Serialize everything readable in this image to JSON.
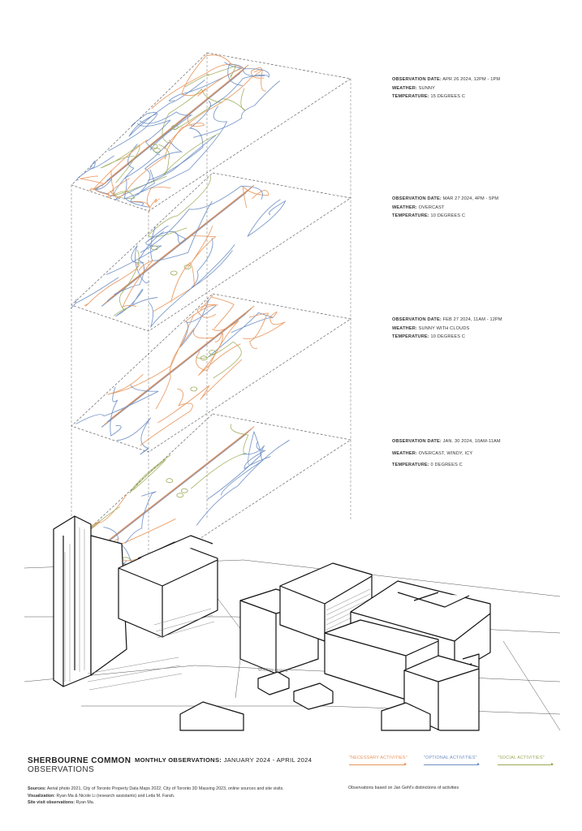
{
  "observations": [
    {
      "date_label": "OBSERVATION DATE:",
      "date": "APR 26 2024, 12PM - 1PM",
      "weather_label": "WEATHER:",
      "weather": "SUNNY",
      "temp_label": "TEMPERATURE:",
      "temp": "15 DEGREES C"
    },
    {
      "date_label": "OBSERVATION DATE:",
      "date": "MAR 27 2024, 4PM - 5PM",
      "weather_label": "WEATHER:",
      "weather": "OVERCAST",
      "temp_label": "TEMPERATURE:",
      "temp": "10 DEGREES C"
    },
    {
      "date_label": "OBSERVATION DATE:",
      "date": "FEB 27 2024, 11AM - 12PM",
      "weather_label": "WEATHER:",
      "weather": "SUNNY WITH CLOUDS",
      "temp_label": "TEMPERATURE:",
      "temp": "10 DEGREES C"
    },
    {
      "date_label": "OBSERVATION DATE:",
      "date": "JAN. 30 2024, 10AM-11AM",
      "weather_label": "WEATHER:",
      "weather": "OVERCAST, WINDY, ICY",
      "temp_label": "TEMPERATURE:",
      "temp": "0 DEGREES C"
    }
  ],
  "map_label": "QUEENS QUAY E",
  "footer": {
    "title": "SHERBOURNE COMMON",
    "subtitle": "OBSERVATIONS",
    "monthly_label": "MONTHLY OBSERVATIONS:",
    "monthly_range": "JANUARY 2024 - APRIL 2024",
    "legend": [
      {
        "label": "\"NECESSARY ACTIVITIES\"",
        "color": "#e8955a"
      },
      {
        "label": "\"OPTIONAL ACTIVITIES\"",
        "color": "#6e8fc4"
      },
      {
        "label": "\"SOCIAL ACTIVITIES\"",
        "color": "#9aaa55"
      }
    ],
    "sources_label": "Sources:",
    "sources": "Aerial photo 2021, City of Toronto Property Data Maps 2022, City of Toronto 3D Massing 2023, online sources and site visits.",
    "visualization_label": "Visualization:",
    "visualization": "Ryan Ma & Nicole Li (research assistants) and Leila M. Farah.",
    "site_visit_label": "Site visit observations:",
    "site_visit": "Ryan Ma.",
    "gehl_note": "Observations based on Jan Gehl's distinctions of activities"
  },
  "colors": {
    "necessary": "#e8955a",
    "optional": "#6e8fc4",
    "social": "#9aaa55",
    "ink": "#111111"
  }
}
